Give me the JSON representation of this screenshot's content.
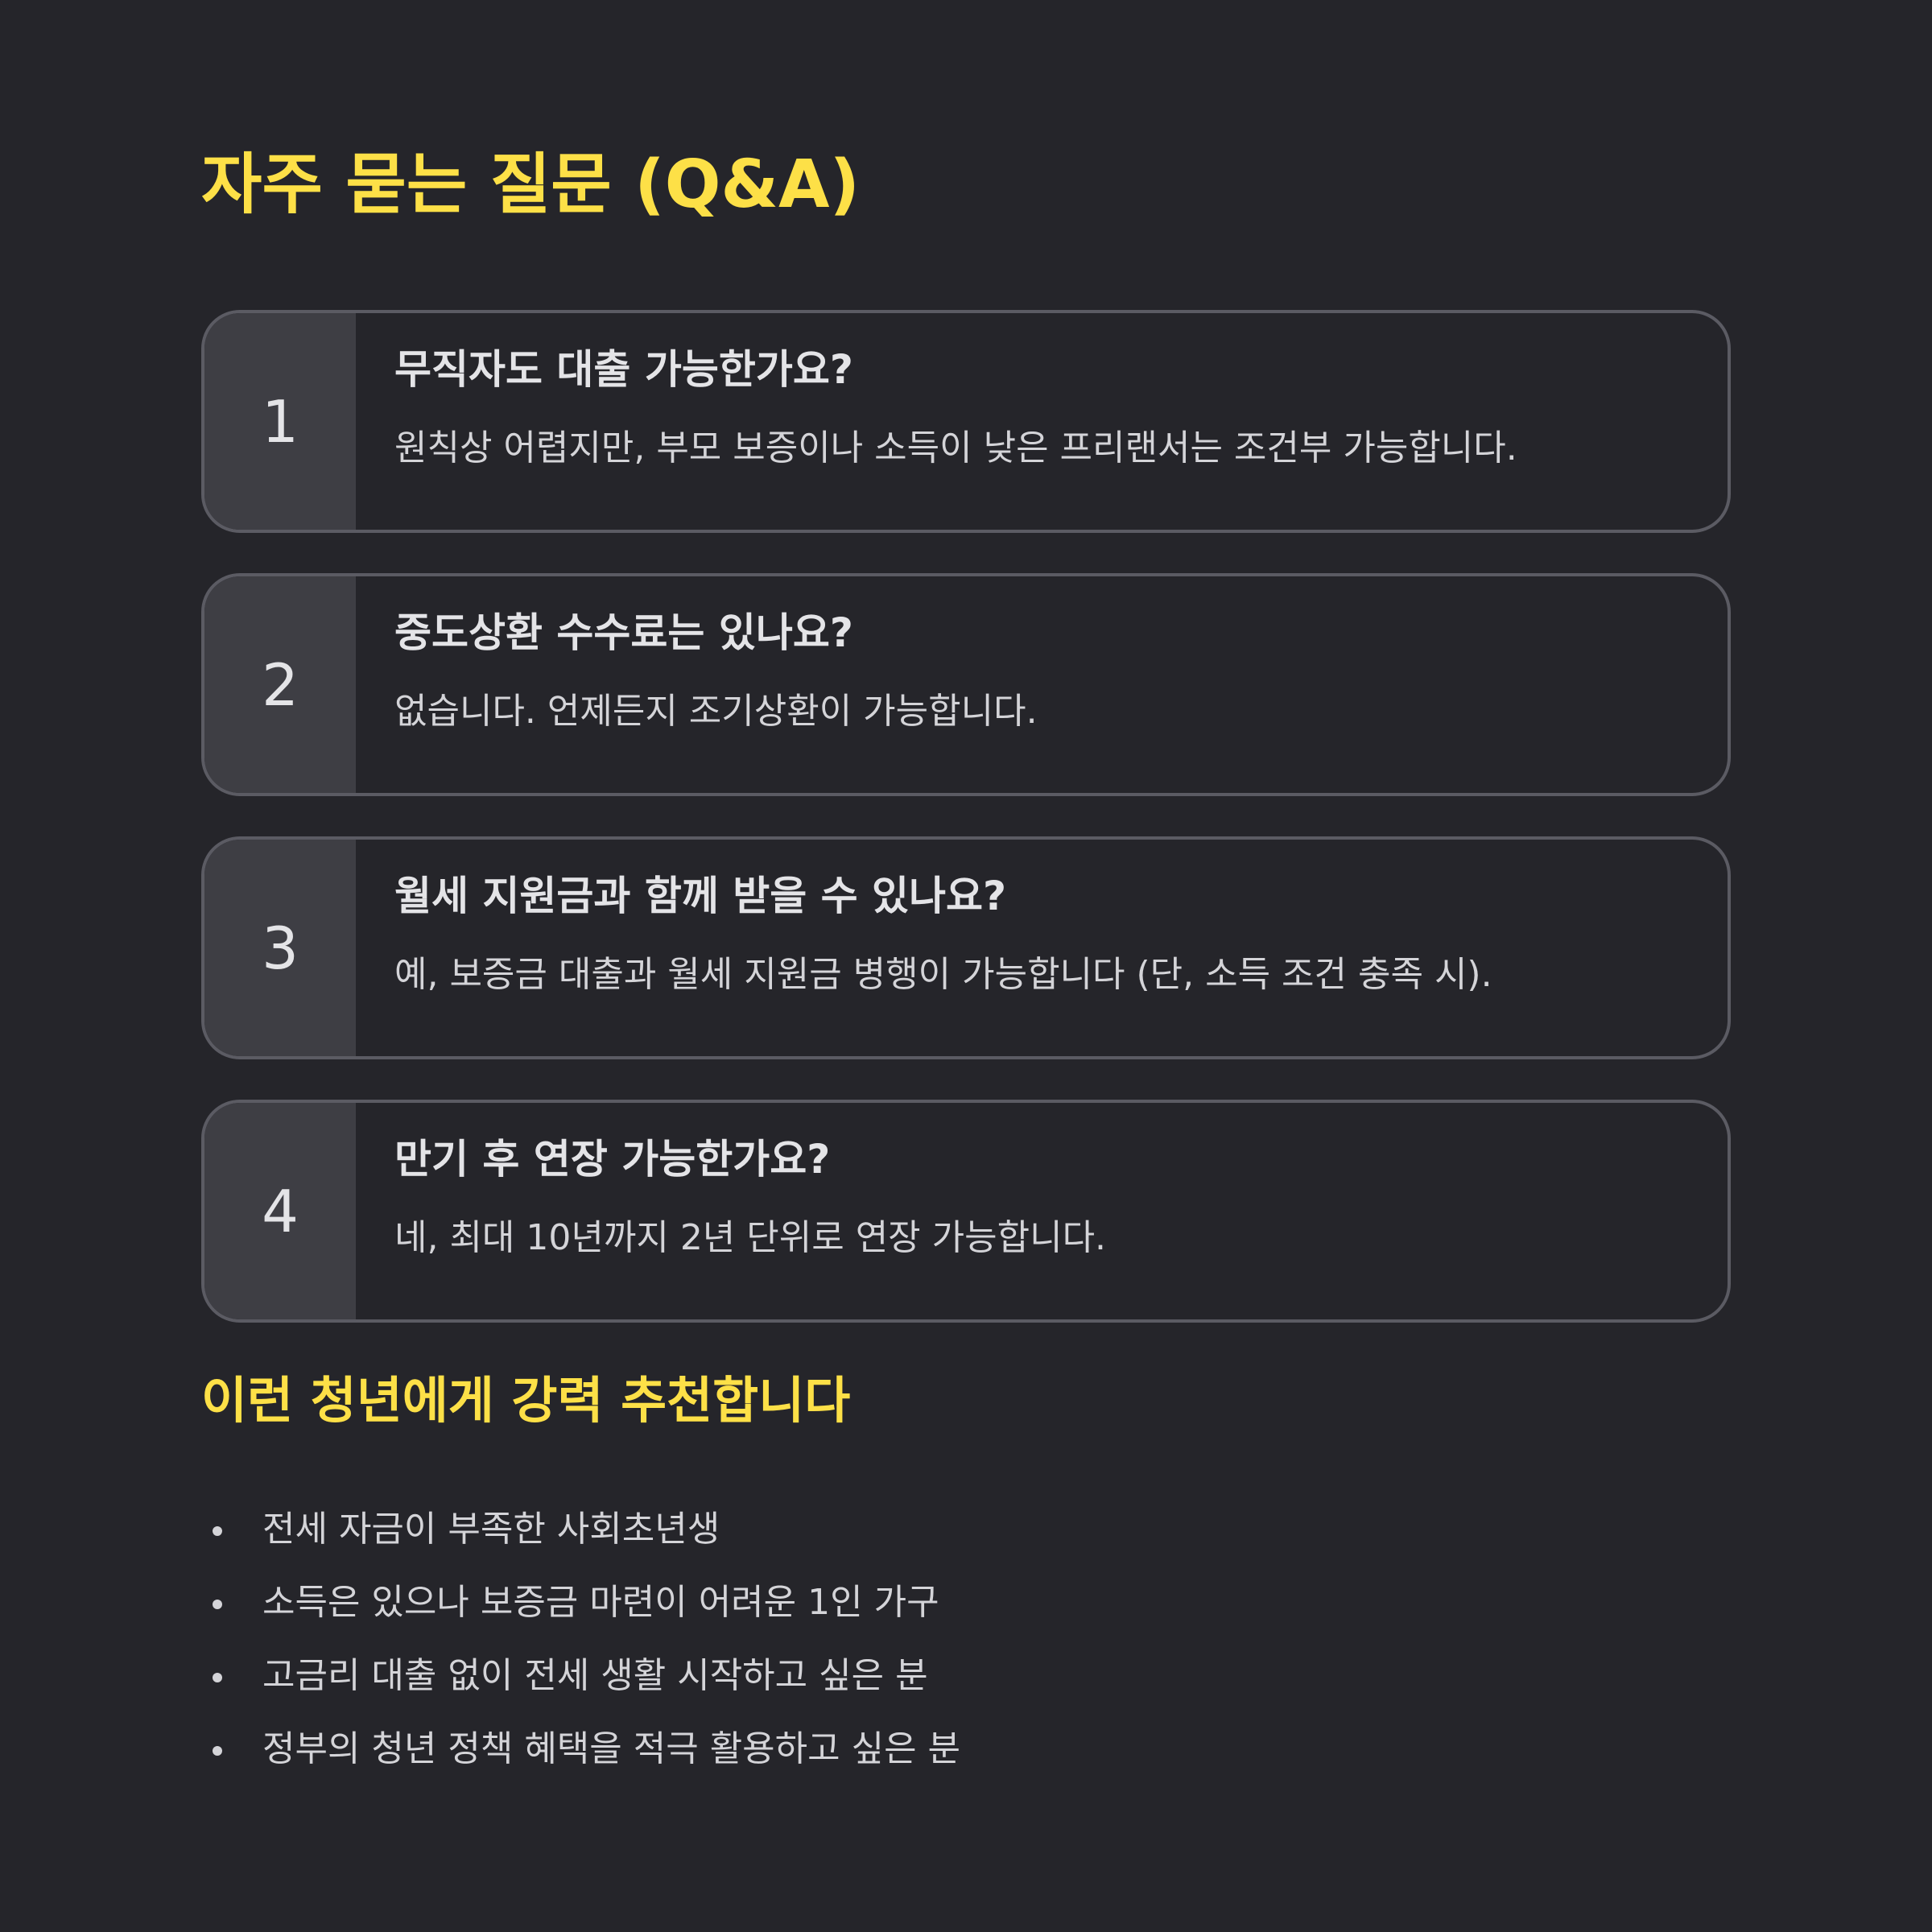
{
  "title": "자주 묻는 질문 (Q&A)",
  "faq": [
    {
      "number": "1",
      "question": "무직자도 대출 가능한가요?",
      "answer": "원칙상 어렵지만, 부모 보증이나 소득이 낮은 프리랜서는 조건부 가능합니다."
    },
    {
      "number": "2",
      "question": "중도상환 수수료는 있나요?",
      "answer": "없습니다. 언제든지 조기상환이 가능합니다."
    },
    {
      "number": "3",
      "question": "월세 지원금과 함께 받을 수 있나요?",
      "answer": "예, 보증금 대출과 월세 지원금 병행이 가능합니다 (단, 소득 조건 충족 시)."
    },
    {
      "number": "4",
      "question": "만기 후 연장 가능한가요?",
      "answer": "네, 최대 10년까지 2년 단위로 연장 가능합니다."
    }
  ],
  "recommend": {
    "title": "이런 청년에게 강력 추천합니다",
    "items": [
      "전세 자금이 부족한 사회초년생",
      "소득은 있으나 보증금 마련이 어려운 1인 가구",
      "고금리 대출 없이 전세 생활 시작하고 싶은 분",
      "정부의 청년 정책 혜택을 적극 활용하고 싶은 분"
    ]
  },
  "colors": {
    "background": "#25252a",
    "accent": "#fde047",
    "card_border": "#5b5b63",
    "number_cell": "#3e3e44"
  }
}
